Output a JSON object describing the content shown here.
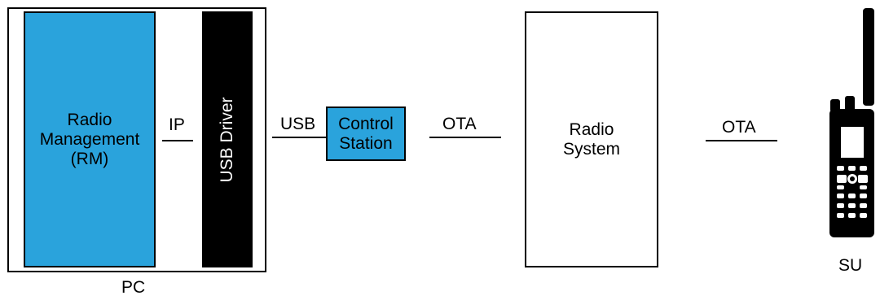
{
  "diagram": {
    "pc_label": "PC",
    "rm_label": "Radio\nManagement\n(RM)",
    "ip_label": "IP",
    "usb_driver_label": "USB Driver",
    "usb_label": "USB",
    "control_station_label": "Control\nStation",
    "ota_left_label": "OTA",
    "radio_system_label": "Radio\nSystem",
    "ota_right_label": "OTA",
    "su_label": "SU"
  },
  "colors": {
    "blue_fill": "#2aa3dc",
    "black": "#000000"
  },
  "icons": {
    "su": "handheld-radio-icon"
  }
}
